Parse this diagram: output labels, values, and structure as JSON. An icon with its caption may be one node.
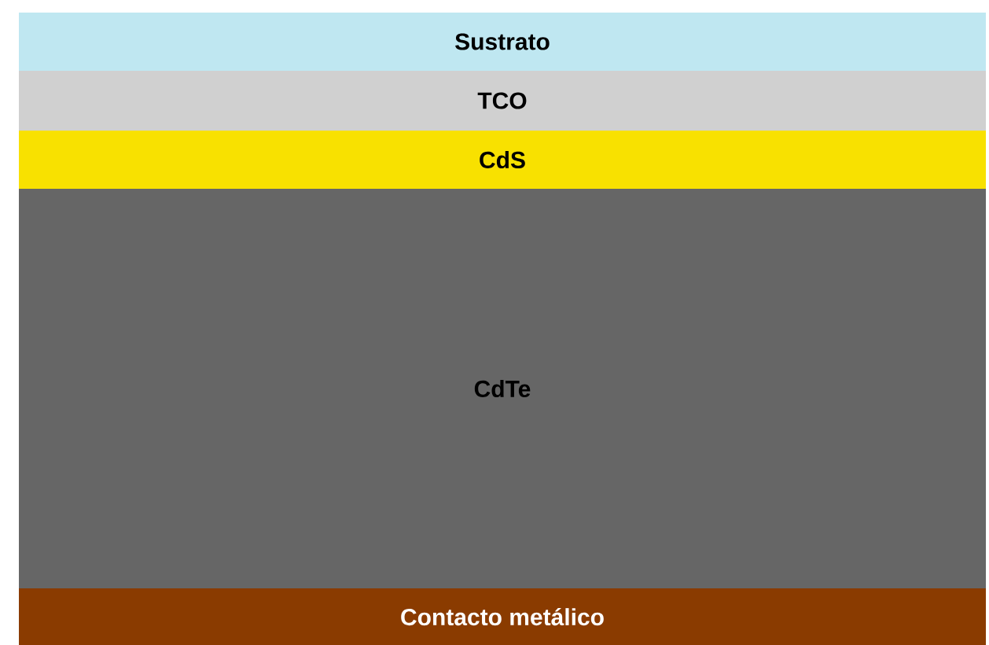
{
  "diagram": {
    "nodes": [
      {
        "text": [
          "Sustrato"
        ]
      },
      {
        "text": [
          "TCO"
        ]
      },
      {
        "text": [
          "CdS"
        ]
      },
      {
        "text": [
          "CdTe"
        ]
      },
      {
        "text": [
          "Contacto metálico"
        ]
      }
    ]
  }
}
